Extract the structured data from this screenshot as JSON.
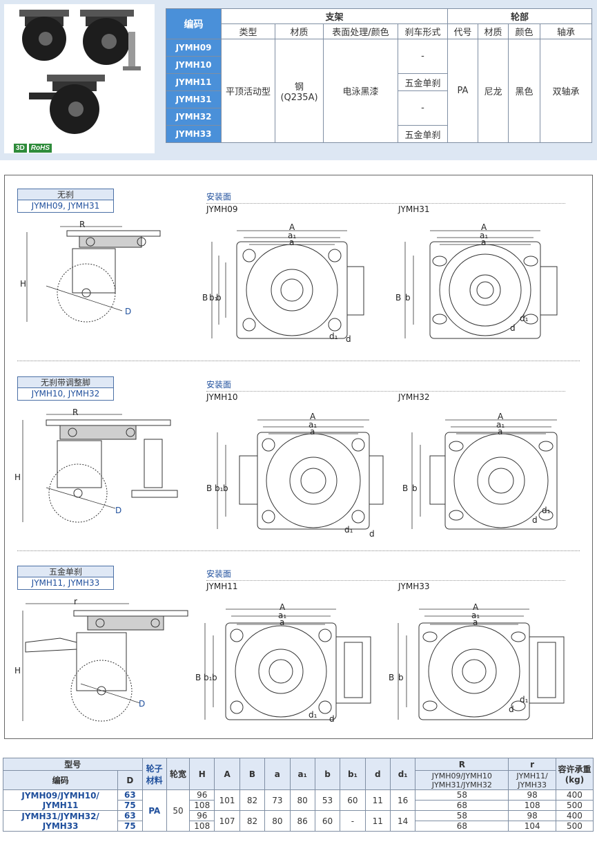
{
  "product": {
    "badges": [
      "3D",
      "RoHS"
    ]
  },
  "spec_table": {
    "code_header": "编码",
    "group_bracket": "支架",
    "group_wheel": "轮部",
    "sub_headers": [
      "类型",
      "材质",
      "表面处理/颜色",
      "刹车形式",
      "代号",
      "材质",
      "颜色",
      "轴承"
    ],
    "codes": [
      "JYMH09",
      "JYMH10",
      "JYMH11",
      "JYMH31",
      "JYMH32",
      "JYMH33"
    ],
    "type": "平顶活动型",
    "material_line1": "钢",
    "material_line2": "(Q235A)",
    "surface": "电泳黑漆",
    "brake": [
      "-",
      "五金单刹",
      "-",
      "五金单刹"
    ],
    "wheel_code": "PA",
    "wheel_material": "尼龙",
    "wheel_color": "黑色",
    "bearing": "双轴承"
  },
  "diagrams": {
    "mount_label": "安装面",
    "rows": [
      {
        "title": "无刹",
        "codes": "JYMH09, JYMH31",
        "left_model": "JYMH09",
        "right_model": "JYMH31",
        "side_labels": {
          "width": "R",
          "height": "H",
          "dia": "D"
        }
      },
      {
        "title": "无刹带调整脚",
        "codes": "JYMH10, JYMH32",
        "left_model": "JYMH10",
        "right_model": "JYMH32",
        "side_labels": {
          "width": "R",
          "height": "H",
          "dia": "D"
        }
      },
      {
        "title": "五金单刹",
        "codes": "JYMH11, JYMH33",
        "left_model": "JYMH11",
        "right_model": "JYMH33",
        "side_labels": {
          "width": "r",
          "height": "H",
          "dia": "D"
        }
      }
    ],
    "plate_labels": {
      "A": "A",
      "a1": "a₁",
      "a": "a",
      "B": "B",
      "b1": "b₁",
      "b": "b",
      "d": "d",
      "d1": "d₁"
    }
  },
  "dims_table": {
    "h_model": "型号",
    "h_code": "编码",
    "h_D": "D",
    "h_wheel_mat": "轮子材料",
    "h_width": "轮宽",
    "h_cols": [
      "H",
      "A",
      "B",
      "a",
      "a₁",
      "b",
      "b₁",
      "d",
      "d₁"
    ],
    "h_R": "R",
    "h_R_sub": "JYMH09/JYMH10 JYMH31/JYMH32",
    "h_r": "r",
    "h_r_sub": "JYMH11/ JYMH33",
    "h_load": "容许承重 (kg)",
    "wheel_mat": "PA",
    "wheel_width": "50",
    "groups": [
      {
        "code": "JYMH09/JYMH10/ JYMH11",
        "A": "101",
        "B": "82",
        "a": "73",
        "a1": "80",
        "b": "53",
        "b1": "60",
        "d": "11",
        "d1": "16",
        "rows": [
          {
            "D": "63",
            "H": "96",
            "R": "58",
            "r": "98",
            "load": "400"
          },
          {
            "D": "75",
            "H": "108",
            "R": "68",
            "r": "108",
            "load": "500"
          }
        ]
      },
      {
        "code": "JYMH31/JYMH32/ JYMH33",
        "A": "107",
        "B": "82",
        "a": "80",
        "a1": "86",
        "b": "60",
        "b1": "-",
        "d": "11",
        "d1": "14",
        "rows": [
          {
            "D": "63",
            "H": "96",
            "R": "58",
            "r": "98",
            "load": "400"
          },
          {
            "D": "75",
            "H": "108",
            "R": "68",
            "r": "104",
            "load": "500"
          }
        ]
      }
    ]
  }
}
